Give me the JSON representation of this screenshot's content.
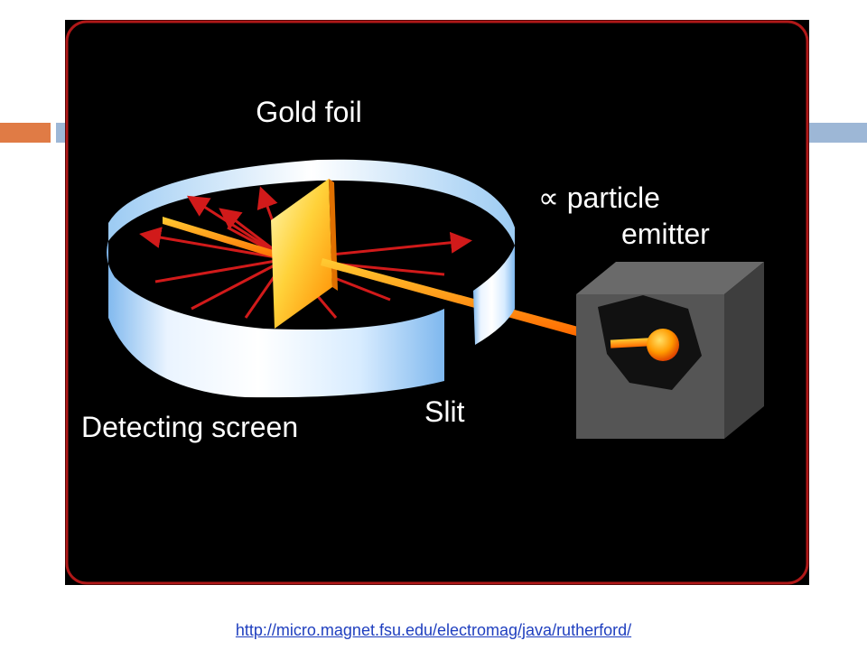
{
  "diagram": {
    "labels": {
      "gold_foil": "Gold foil",
      "emitter_line1": "∝ particle",
      "emitter_line2": "emitter",
      "detecting_screen": "Detecting screen",
      "slit": "Slit"
    },
    "colors": {
      "background": "#000000",
      "frame_border": "#b01818",
      "screen_light": "#eef6ff",
      "screen_blue": "#8fc2ef",
      "foil_gold": "#ffd23a",
      "beam": "#ff8a1a",
      "deflection_arrows": "#d11a1a",
      "emitter_box": "#555555"
    }
  },
  "footer": {
    "source_url": "http://micro.magnet.fsu.edu/electromag/java/rutherford/"
  },
  "slide_decor": {
    "accent_orange": "#e07b45",
    "accent_blue": "#9db7d6"
  }
}
